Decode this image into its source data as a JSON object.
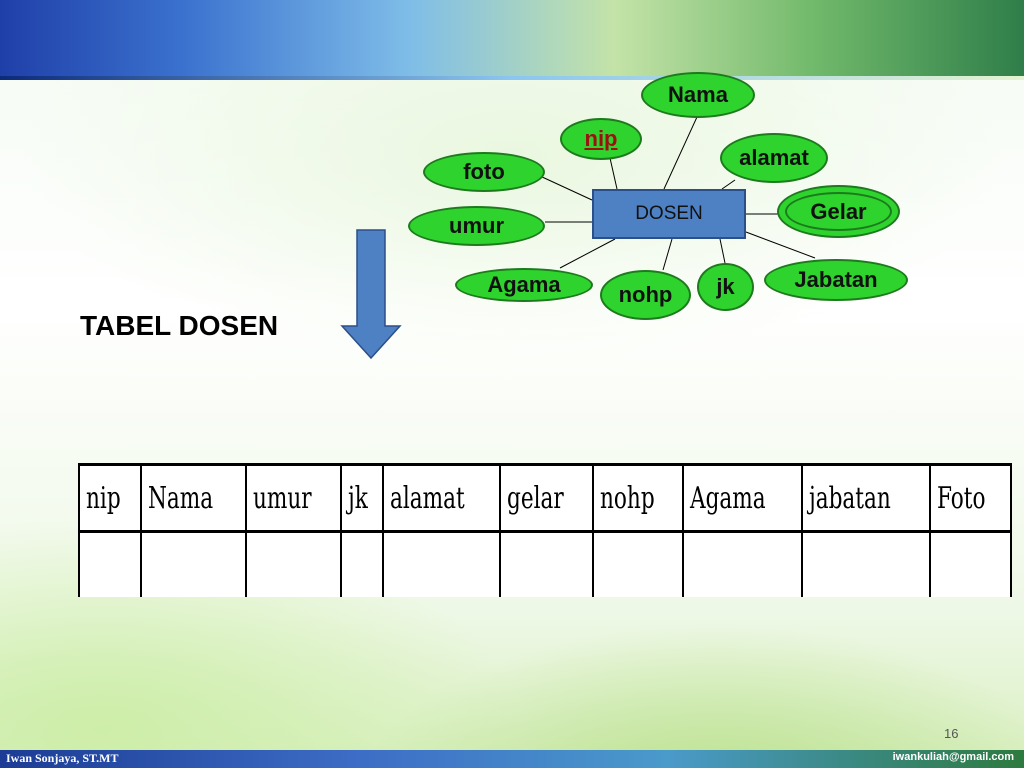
{
  "diagram": {
    "entity": "DOSEN",
    "attributes": {
      "nama": "Nama",
      "nip": "nip",
      "alamat": "alamat",
      "foto": "foto",
      "gelar": "Gelar",
      "umur": "umur",
      "jabatan": "Jabatan",
      "agama": "Agama",
      "jk": "jk",
      "nohp": "nohp"
    }
  },
  "title": "TABEL DOSEN",
  "table": {
    "headers": [
      "nip",
      "Nama",
      "umur",
      "jk",
      "alamat",
      "gelar",
      "nohp",
      "Agama",
      "jabatan",
      "Foto"
    ]
  },
  "footer": {
    "left": "Iwan Sonjaya, ST.MT",
    "right": "iwankuliah@gmail.com"
  },
  "page_number": "16",
  "colors": {
    "attribute_fill": "#2ed32e",
    "entity_fill": "#4e81c4",
    "key_text": "#9c1010",
    "arrow_fill": "#4e81c4"
  }
}
